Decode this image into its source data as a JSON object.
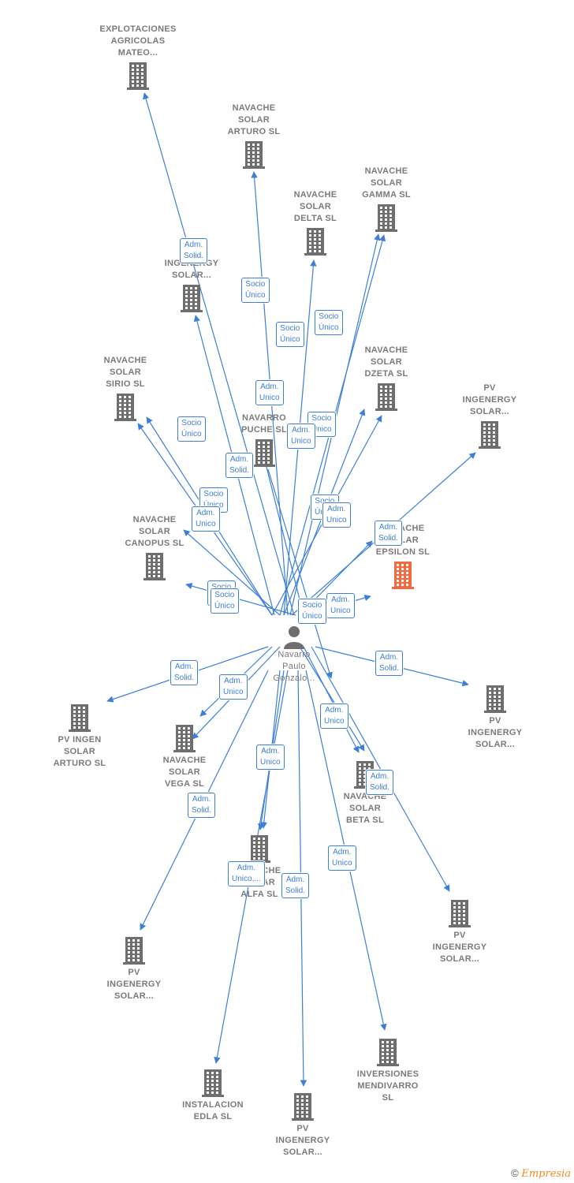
{
  "nodes": [
    {
      "id": "explotaciones",
      "label": "EXPLOTACIONES\nAGRICOLAS\nMATEO...",
      "color": "#6e6e6e"
    },
    {
      "id": "arturo",
      "label": "NAVACHE\nSOLAR\nARTURO  SL",
      "color": "#6e6e6e"
    },
    {
      "id": "gamma",
      "label": "NAVACHE\nSOLAR\nGAMMA  SL",
      "color": "#6e6e6e"
    },
    {
      "id": "delta",
      "label": "NAVACHE\nSOLAR\nDELTA  SL",
      "color": "#6e6e6e"
    },
    {
      "id": "ingenergy1",
      "label": "INGENERGY\nSOLAR...",
      "color": "#6e6e6e"
    },
    {
      "id": "dzeta",
      "label": "NAVACHE\nSOLAR\nDZETA  SL",
      "color": "#6e6e6e"
    },
    {
      "id": "sirio",
      "label": "NAVACHE\nSOLAR\nSIRIO  SL",
      "color": "#6e6e6e"
    },
    {
      "id": "pvtop",
      "label": "PV\nINGENERGY\nSOLAR...",
      "color": "#6e6e6e"
    },
    {
      "id": "navarropuche",
      "label": "NAVARRO\nPUCHE SL",
      "color": "#6e6e6e"
    },
    {
      "id": "canopus",
      "label": "NAVACHE\nSOLAR\nCANOPUS  SL",
      "color": "#6e6e6e"
    },
    {
      "id": "epsilon",
      "label": "NAVACHE\nSOLAR\nEPSILON  SL",
      "color": "#f26a3d"
    },
    {
      "id": "pvright",
      "label": "PV\nINGENERGY\nSOLAR...",
      "color": "#6e6e6e"
    },
    {
      "id": "pvingenarturo",
      "label": "PV INGEN\nSOLAR\nARTURO  SL",
      "color": "#6e6e6e"
    },
    {
      "id": "vega",
      "label": "NAVACHE\nSOLAR\nVEGA  SL",
      "color": "#6e6e6e"
    },
    {
      "id": "beta",
      "label": "NAVACHE\nSOLAR\nBETA  SL",
      "color": "#6e6e6e"
    },
    {
      "id": "alfa",
      "label": "NAVACHE\nSOLAR\nALFA  SL",
      "color": "#6e6e6e"
    },
    {
      "id": "pvlowright",
      "label": "PV\nINGENERGY\nSOLAR...",
      "color": "#6e6e6e"
    },
    {
      "id": "pvlowleft",
      "label": "PV\nINGENERGY\nSOLAR...",
      "color": "#6e6e6e"
    },
    {
      "id": "inversiones",
      "label": "INVERSIONES\nMENDIVARRO\nSL",
      "color": "#6e6e6e"
    },
    {
      "id": "edla",
      "label": "INSTALACION\nEDLA  SL",
      "color": "#6e6e6e"
    },
    {
      "id": "pvbottom",
      "label": "PV\nINGENERGY\nSOLAR...",
      "color": "#6e6e6e"
    }
  ],
  "person": {
    "label": "Navarro\nPaulo\nGonzalo...",
    "color": "#6e6e6e"
  },
  "badges": [
    "Adm.\nSolid.",
    "Socio\nÚnico",
    "Socio\nÚnico",
    "Socio\nÚnico",
    "Adm.\nUnico",
    "Socio\nÚnico",
    "Socio\nÚnico",
    "Adm.\nUnico",
    "Adm.\nSolid.",
    "Socio\nÚnico",
    "Adm.\nUnico",
    "Socio\nÚnico",
    "Adm.\nUnico",
    "Adm.\nSolid.",
    "Socio\nÚnico",
    "Socio\nÚnico",
    "Adm.\nUnico",
    "Socio\nÚnico",
    "Adm.\nSolid.",
    "Adm.\nSolid.",
    "Adm.\nUnico",
    "Adm.\nUnico",
    "Adm.\nUnico",
    "Adm.\nSolid.",
    "Adm.\nSolid.",
    "Adm.\nUnico,...",
    "Adm.\nSolid.",
    "Adm.\nUnico"
  ],
  "colors": {
    "edge": "#3d7fd6",
    "node": "#6e6e6e",
    "highlight": "#f26a3d"
  },
  "copyright": {
    "symbol": "©",
    "brand": "Empresia"
  }
}
